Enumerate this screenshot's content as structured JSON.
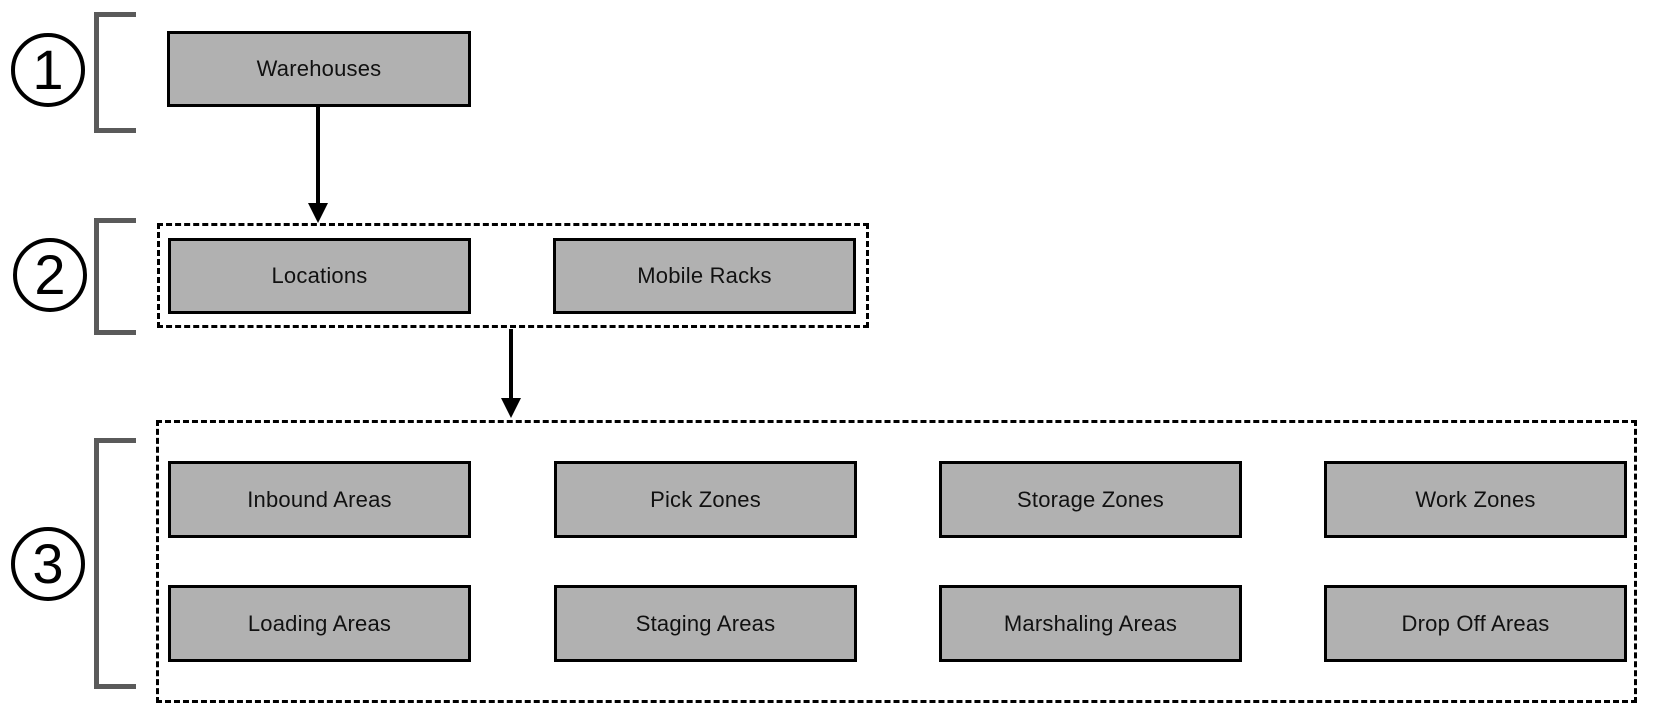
{
  "levels": {
    "level1": {
      "badge": "1",
      "nodes": [
        "Warehouses"
      ]
    },
    "level2": {
      "badge": "2",
      "nodes": [
        "Locations",
        "Mobile Racks"
      ]
    },
    "level3": {
      "badge": "3",
      "row1": [
        "Inbound Areas",
        "Pick Zones",
        "Storage Zones",
        "Work Zones"
      ],
      "row2": [
        "Loading Areas",
        "Staging Areas",
        "Marshaling Areas",
        "Drop Off Areas"
      ]
    }
  },
  "colors": {
    "background": "#ffffff",
    "node_fill": "#b1b1b1",
    "node_border": "#000000",
    "dashed_group_border": "#000000",
    "bracket": "#5a5a5a",
    "arrow": "#000000",
    "text": "#111111"
  }
}
